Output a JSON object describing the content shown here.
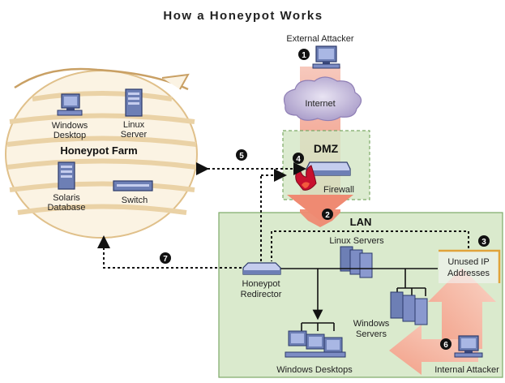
{
  "title": "How a Honeypot Works",
  "farm": {
    "title": "Honeypot Farm",
    "windows_desktop": [
      "Windows",
      "Desktop"
    ],
    "linux_server": [
      "Linux",
      "Server"
    ],
    "solaris_database": [
      "Solaris",
      "Database"
    ],
    "switch": "Switch"
  },
  "external_attacker": "External Attacker",
  "internet": "Internet",
  "dmz": "DMZ",
  "firewall": "Firewall",
  "lan": "LAN",
  "linux_servers": "Linux Servers",
  "unused_ip": [
    "Unused IP",
    "Addresses"
  ],
  "honeypot_redirector": [
    "Honeypot",
    "Redirector"
  ],
  "windows_servers": [
    "Windows",
    "Servers"
  ],
  "windows_desktops": "Windows Desktops",
  "internal_attacker": "Internal Attacker",
  "steps": [
    "1",
    "2",
    "3",
    "4",
    "5",
    "6",
    "7"
  ]
}
